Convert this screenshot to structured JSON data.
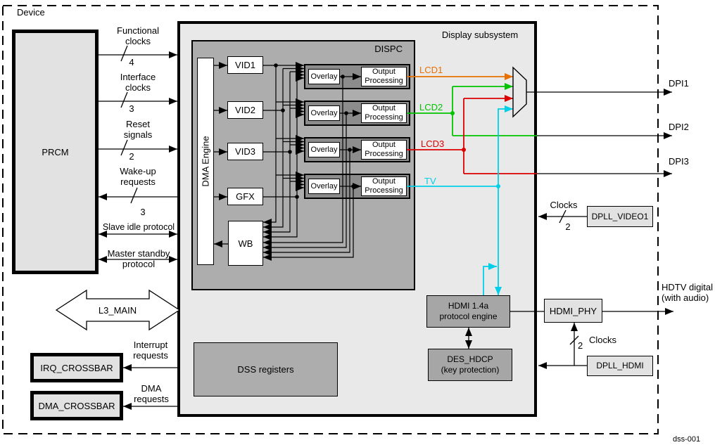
{
  "device": {
    "label": "Device",
    "figure_id": "dss-001"
  },
  "prcm": {
    "label": "PRCM"
  },
  "prcm_signals": {
    "functional": {
      "label": "Functional\nclocks",
      "width": "4"
    },
    "interface": {
      "label": "Interface\nclocks",
      "width": "3"
    },
    "reset": {
      "label": "Reset\nsignals",
      "width": "2"
    },
    "wakeup": {
      "label": "Wake-up\nrequests",
      "width": "3"
    },
    "slave_idle": {
      "label": "Slave idle protocol"
    },
    "master_standby": {
      "label": "Master standby\nprotocol"
    }
  },
  "interconnect": {
    "l3_label": "L3_MAIN"
  },
  "crossbars": {
    "irq": {
      "label": "IRQ_CROSSBAR"
    },
    "dma": {
      "label": "DMA_CROSSBAR"
    },
    "interrupt_requests": "Interrupt\nrequests",
    "dma_requests": "DMA\nrequests"
  },
  "display_subsystem": {
    "title": "Display subsystem",
    "dispc": {
      "label": "DISPC",
      "dma_engine": "DMA Engine",
      "pipelines": {
        "vid1": "VID1",
        "vid2": "VID2",
        "vid3": "VID3",
        "gfx": "GFX",
        "wb": "WB"
      },
      "overlay_label": "Overlay",
      "output_processing_label": "Output\nProcessing"
    },
    "outputs": {
      "lcd1": {
        "label": "LCD1",
        "color": "#e87000"
      },
      "lcd2": {
        "label": "LCD2",
        "color": "#00c400"
      },
      "lcd3": {
        "label": "LCD3",
        "color": "#dd0000"
      },
      "tv": {
        "label": "TV",
        "color": "#00cfe8"
      }
    },
    "dss_registers": "DSS registers",
    "hdmi": {
      "engine": "HDMI 1.4a\nprotocol engine",
      "hdcp": "DES_HDCP\n(key protection)"
    }
  },
  "external": {
    "dpi1": "DPI1",
    "dpi2": "DPI2",
    "dpi3": "DPI3",
    "hdmi_phy": "HDMI_PHY",
    "dpll_video1": "DPLL_VIDEO1",
    "dpll_hdmi": "DPLL_HDMI",
    "clocks_video": {
      "label": "Clocks",
      "width": "2"
    },
    "clocks_hdmi": {
      "label": "Clocks",
      "width": "2"
    },
    "hdtv": "HDTV digital\n(with audio)"
  }
}
